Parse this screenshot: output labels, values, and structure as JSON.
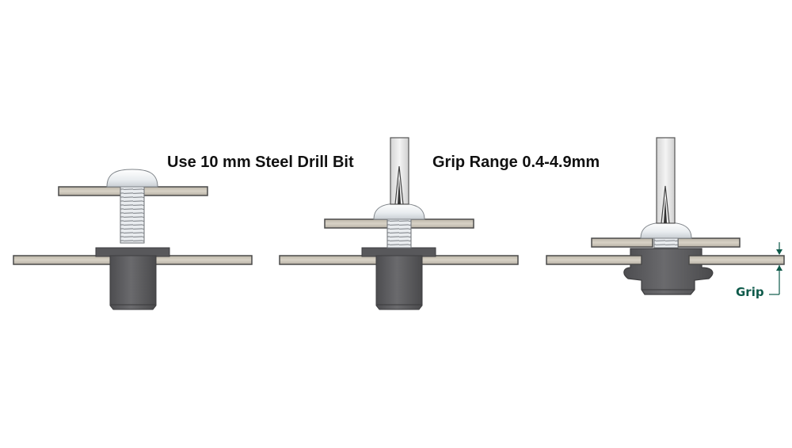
{
  "labels": {
    "drill_bit": "Use 10 mm Steel Drill Bit",
    "grip_range": "Grip Range 0.4-4.9mm",
    "grip": "Grip"
  },
  "steps": [
    {
      "name": "step-1-insert-screw",
      "description": "Screw above top panel, rivet nut inserted in lower panel"
    },
    {
      "name": "step-2-screwdriver-tightening",
      "description": "Screwdriver drives screw through top panel into rivet nut"
    },
    {
      "name": "step-3-rivet-nut-collapsed",
      "description": "Rivet nut body bulges, clamping panels; grip thickness indicated"
    }
  ],
  "colors": {
    "panel_fill": "#cfc8bb",
    "panel_edge": "#4a4a4a",
    "rivet_nut": "#5c5c5e",
    "rivet_nut_dark": "#474749",
    "screw_head": "#eef0f2",
    "grip_accent": "#0e5a4a",
    "text": "#111111"
  }
}
